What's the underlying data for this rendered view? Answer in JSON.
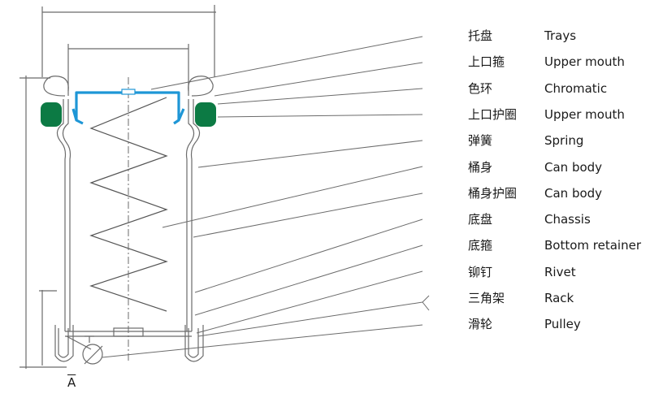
{
  "title": "",
  "dimension_label": "A",
  "colors": {
    "tray": "#1e96d6",
    "retainer": "#0c7a44",
    "line": "#6b6b6b",
    "text": "#1a1a1a"
  },
  "parts": [
    {
      "zh": "托盘",
      "en": "Trays"
    },
    {
      "zh": "上口箍",
      "en": "Upper mouth"
    },
    {
      "zh": "色环",
      "en": "Chromatic"
    },
    {
      "zh": "上口护圈",
      "en": "Upper mouth"
    },
    {
      "zh": "弹簧",
      "en": "Spring"
    },
    {
      "zh": "桶身",
      "en": "Can body"
    },
    {
      "zh": "桶身护圈",
      "en": "Can body"
    },
    {
      "zh": "底盘",
      "en": "Chassis"
    },
    {
      "zh": "底箍",
      "en": "Bottom retainer"
    },
    {
      "zh": "铆钉",
      "en": "Rivet"
    },
    {
      "zh": "三角架",
      "en": "Rack"
    },
    {
      "zh": "滑轮",
      "en": "Pulley"
    }
  ]
}
